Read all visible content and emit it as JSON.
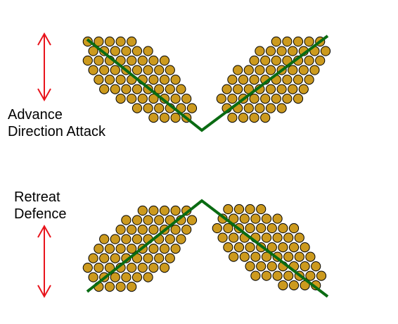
{
  "labels": {
    "advance": {
      "line1": "Advance",
      "line2": "Direction Attack"
    },
    "retreat": {
      "line1": "Retreat",
      "line2": "Defence"
    }
  },
  "colors": {
    "background": "#ffffff",
    "soldier_fill": "#cc9a1e",
    "soldier_stroke": "#000000",
    "formation_line": "#0a6b12",
    "arrow": "#e8141c"
  },
  "icons": {
    "advance_arrow": "red-double-arrow",
    "retreat_arrow": "red-double-arrow"
  }
}
